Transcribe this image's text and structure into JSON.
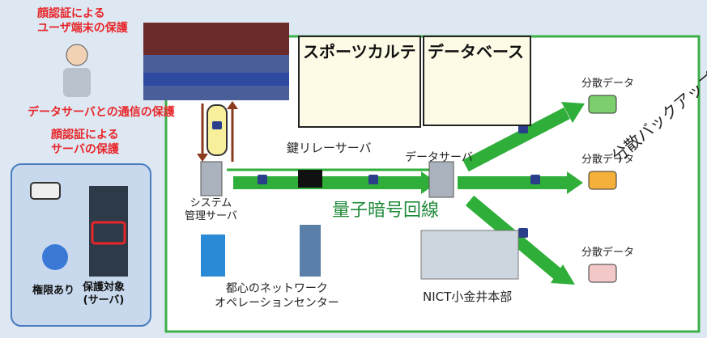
{
  "labels": {
    "face_user": "顔認証による\nユーザ端末の保護",
    "data_server_comm": "データサーバとの通信の保護",
    "face_server": "顔認証による\nサーバの保護",
    "sports_karte": "スポーツカルテ",
    "database": "データベース",
    "key_relay": "鍵リレーサーバ",
    "data_server": "データサーバ",
    "system_admin": "システム\n管理サーバ",
    "quantum_line": "量子暗号回線",
    "dist_data_1": "分散データ",
    "dist_data_2": "分散データ",
    "dist_data_3": "分散データ",
    "dist_backup": "分散バックアップ",
    "tokyo_noc": "都心のネットワーク\nオペレーションセンター",
    "nict_hq": "NICT小金井本部",
    "authorized": "権限あり",
    "protected": "保護対象\n(サーバ)"
  },
  "colors": {
    "accent_red": "#e8262a",
    "green_pipe": "#2fae3a",
    "frame_green": "#3db04a",
    "panel_blue": "#c8d9ee"
  }
}
